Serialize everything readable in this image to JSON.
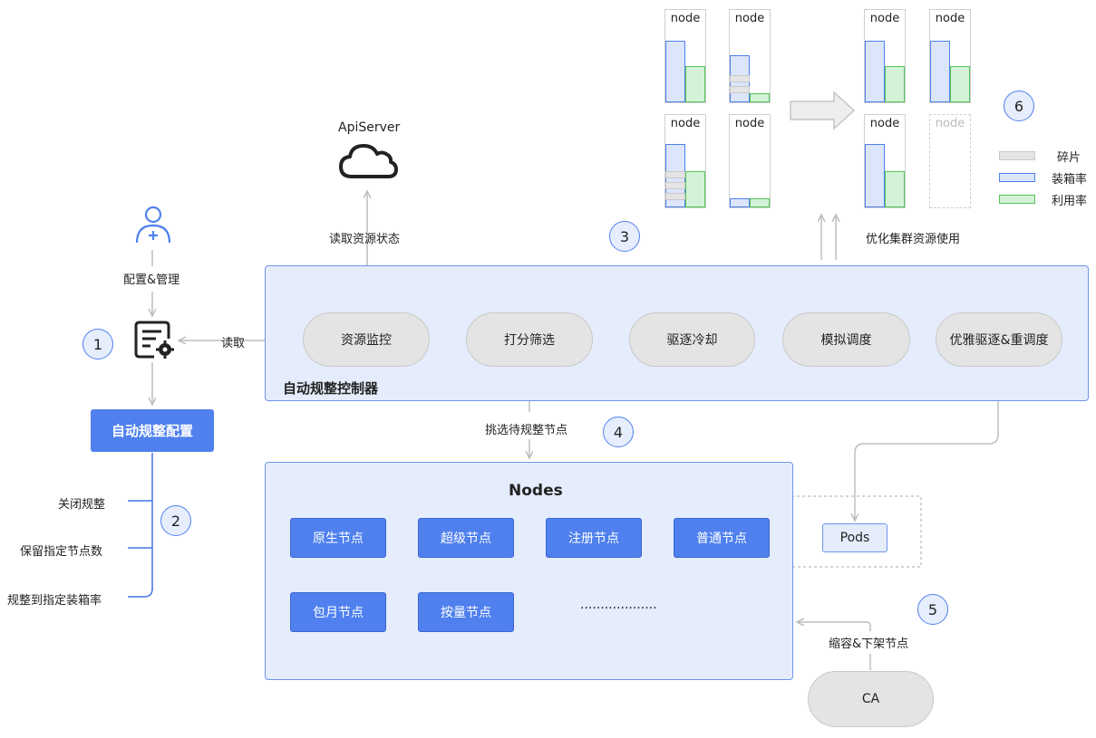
{
  "api_server": {
    "label": "ApiServer"
  },
  "labels": {
    "read_state": "读取资源状态",
    "config_manage": "配置&管理",
    "read": "读取",
    "select_nodes": "挑选待规整节点",
    "optimize": "优化集群资源使用",
    "scale_down": "缩容&下架节点"
  },
  "steps": [
    "1",
    "2",
    "3",
    "4",
    "5",
    "6"
  ],
  "config": {
    "title": "自动规整配置",
    "options": [
      "关闭规整",
      "保留指定节点数",
      "规整到指定装箱率"
    ]
  },
  "controller": {
    "title": "自动规整控制器",
    "stages": [
      "资源监控",
      "打分筛选",
      "驱逐冷却",
      "模拟调度",
      "优雅驱逐&重调度"
    ]
  },
  "nodes": {
    "title": "Nodes",
    "types": [
      "原生节点",
      "超级节点",
      "注册节点",
      "普通节点",
      "包月节点",
      "按量节点"
    ],
    "more": "···················"
  },
  "pods": {
    "label": "Pods"
  },
  "ca": {
    "label": "CA"
  },
  "mini_nodes": {
    "label": "node"
  },
  "legend": [
    {
      "label": "碎片",
      "color": "#e4e4e4"
    },
    {
      "label": "装箱率",
      "color": "#4f80ee"
    },
    {
      "label": "利用率",
      "color": "#53c458"
    }
  ]
}
